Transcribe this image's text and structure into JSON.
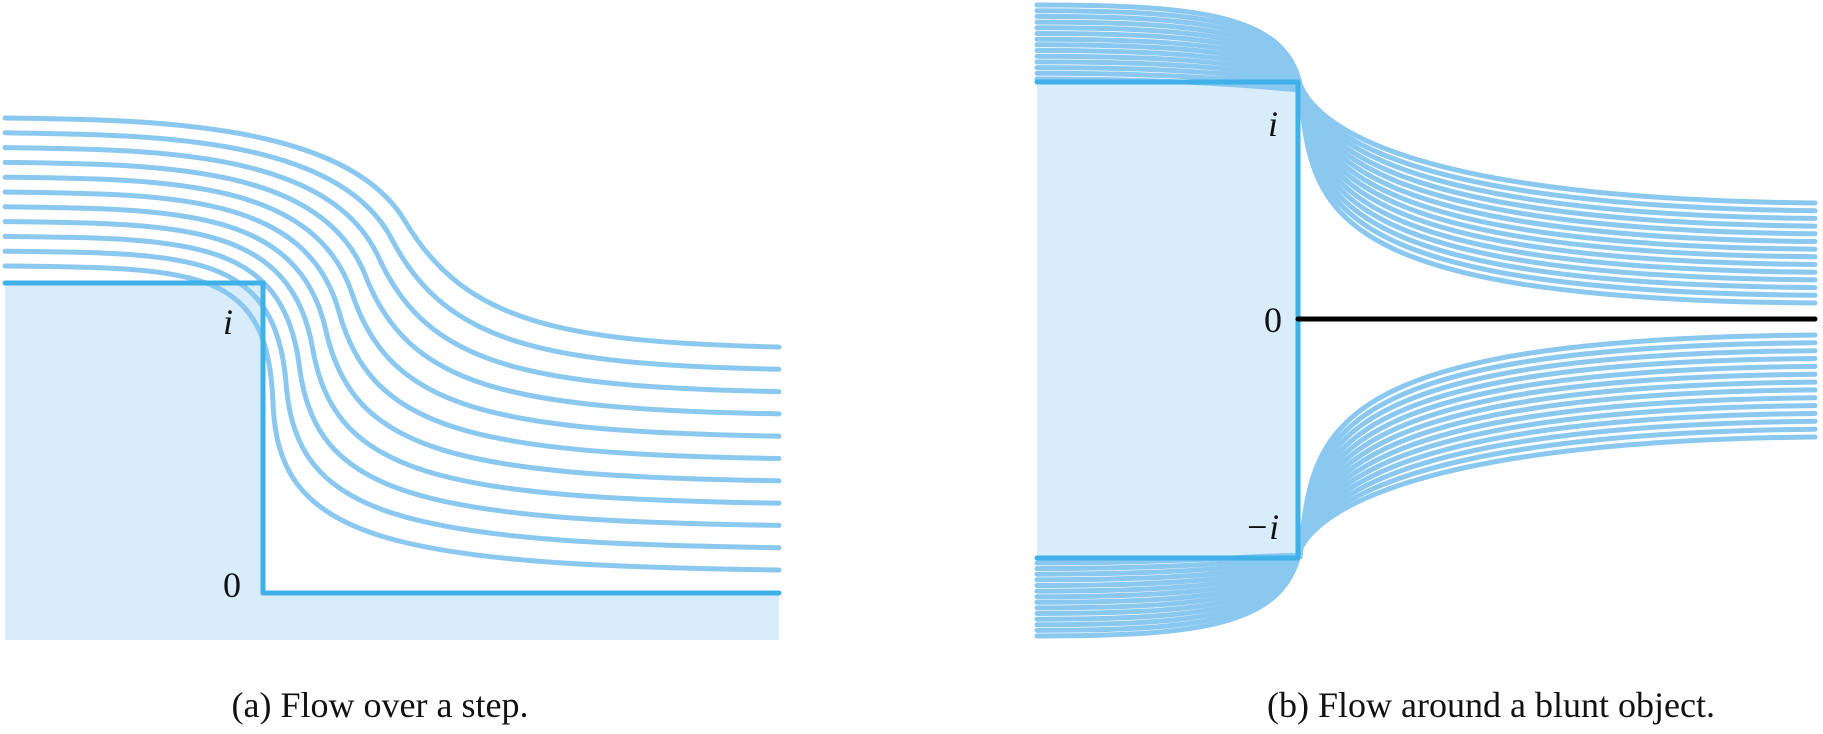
{
  "panel_a": {
    "caption": "(a) Flow over a step.",
    "labels": {
      "i": "i",
      "zero": "0"
    },
    "streamline_count": 11
  },
  "panel_b": {
    "caption": "(b) Flow around a blunt object.",
    "labels": {
      "i": "i",
      "zero": "0",
      "minus_i": "−i"
    },
    "upper_streamline_count": 14,
    "lower_streamline_count": 14
  },
  "colors": {
    "boundary": "#3fb0e8",
    "streamline": "#8bc8ef",
    "region_fill": "#d9ecf9",
    "centerline": "#000000"
  }
}
